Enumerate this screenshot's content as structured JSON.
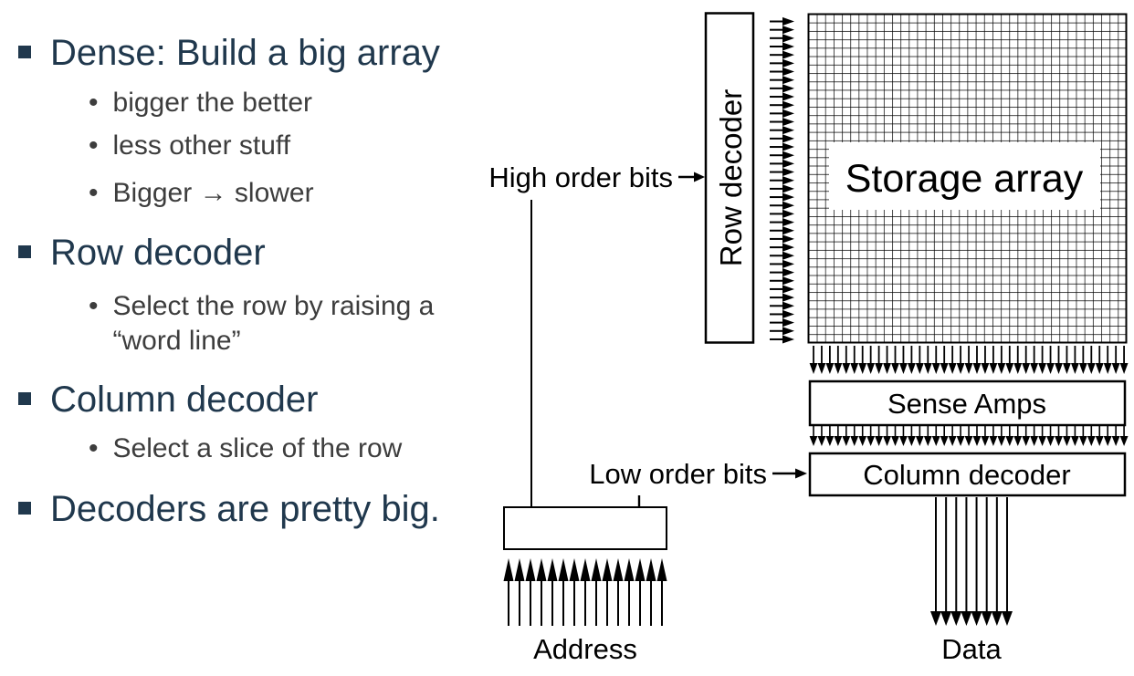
{
  "colors": {
    "heading": "#20384d",
    "body": "#3d3d3d",
    "line": "#000000",
    "bg": "#ffffff"
  },
  "bullets": [
    {
      "level": 1,
      "text": "Dense: Build a big array"
    },
    {
      "level": 2,
      "text": "bigger the better"
    },
    {
      "level": 2,
      "text": "less other stuff"
    },
    {
      "level": 2,
      "text": "Bigger → slower"
    },
    {
      "level": 1,
      "text": "Row decoder"
    },
    {
      "level": 2,
      "text": "Select the row by raising a\n“word line”"
    },
    {
      "level": 1,
      "text": "Column decoder"
    },
    {
      "level": 2,
      "text": "Select a slice of the row"
    },
    {
      "level": 1,
      "text": "Decoders are pretty big."
    }
  ],
  "diagram": {
    "row_decoder_label": "Row decoder",
    "storage_array_label": "Storage array",
    "sense_amps_label": "Sense Amps",
    "column_decoder_label": "Column decoder",
    "high_order_bits_label": "High order bits",
    "low_order_bits_label": "Low order bits",
    "address_label": "Address",
    "data_label": "Data",
    "arrow_counts": {
      "word_lines": 39,
      "bit_lines": 39,
      "sense_outputs": 39,
      "data_bits": 8,
      "address_bits": 15
    }
  }
}
